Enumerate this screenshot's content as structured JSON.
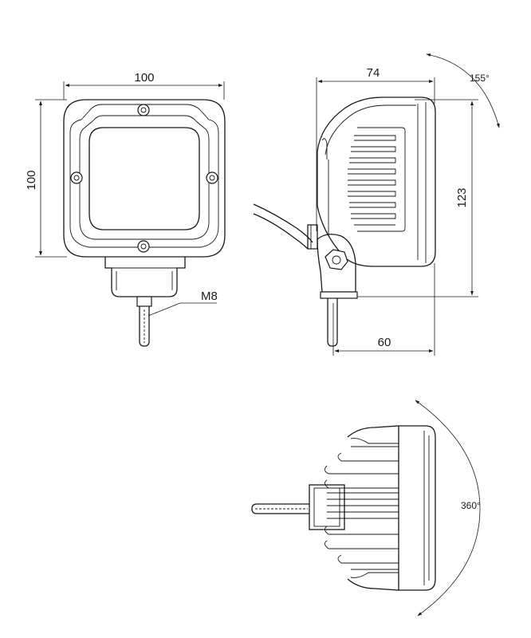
{
  "drawing": {
    "front_view": {
      "width_label": "100",
      "height_label": "100",
      "thread_label": "M8"
    },
    "side_view": {
      "depth_label": "74",
      "height_label": "123",
      "mount_depth_label": "60",
      "tilt_label": "155°"
    },
    "bottom_view": {
      "rotation_label": "360°"
    }
  }
}
